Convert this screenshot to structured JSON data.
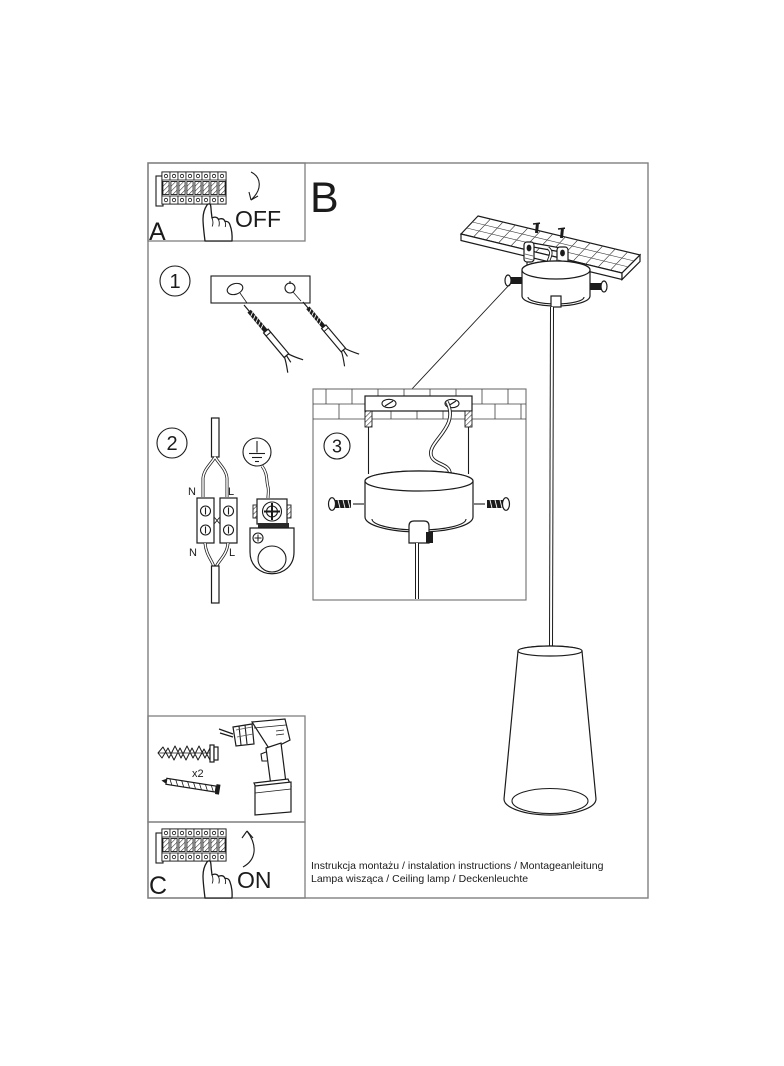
{
  "panel_a": {
    "label": "A",
    "action": "OFF"
  },
  "panel_b_label": "B",
  "panel_c": {
    "label": "C",
    "action": "ON"
  },
  "step_badges": {
    "s1": "1",
    "s2": "2",
    "s3": "3"
  },
  "wiring_labels": {
    "n_top": "N",
    "l_top": "L",
    "n_bottom": "N",
    "l_bottom": "L"
  },
  "tools": {
    "anchor_qty": "x2"
  },
  "footer": {
    "line1": "Instrukcja montażu / instalation instructions / Montageanleitung",
    "line2": "Lampa wisząca / Ceiling lamp  / Deckenleuchte"
  },
  "colors": {
    "ink": "#1b1b1b",
    "frame": "#7f7f7f",
    "footer_text": "#3c3c3c"
  }
}
